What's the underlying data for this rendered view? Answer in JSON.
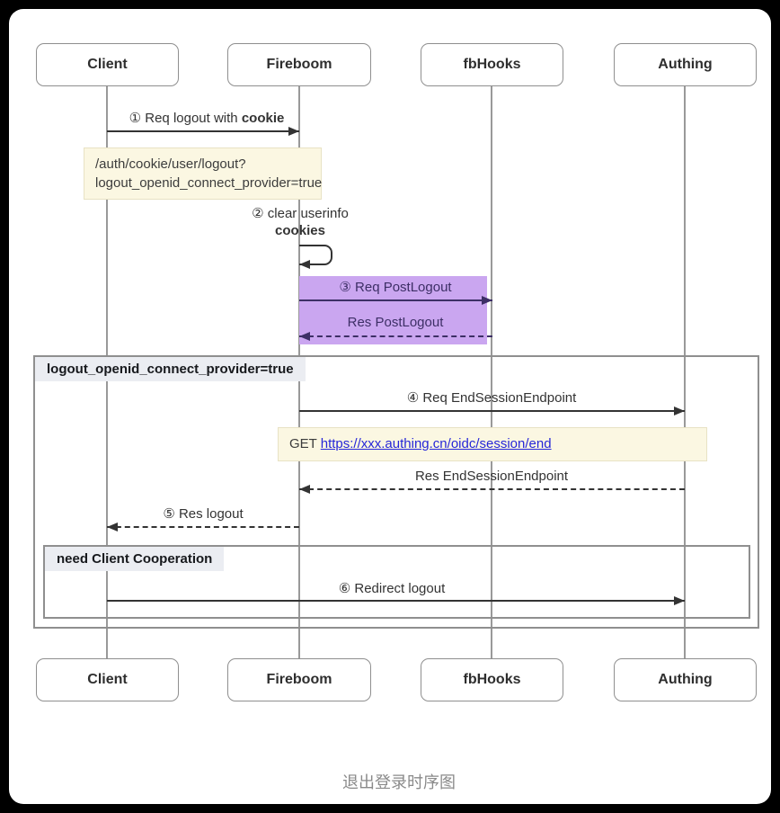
{
  "diagram": {
    "title": "退出登录时序图",
    "actors": [
      "Client",
      "Fireboom",
      "fbHooks",
      "Authing"
    ],
    "messages": {
      "m1": {
        "prefix": "① Req logout with ",
        "bold": "cookie"
      },
      "m2": {
        "line1": "② clear userinfo",
        "line2": "cookies"
      },
      "m3": {
        "label": "③ Req PostLogout"
      },
      "m4": {
        "label": "Res PostLogout"
      },
      "m5": {
        "label": "④ Req EndSessionEndpoint"
      },
      "m6": {
        "label": "Res EndSessionEndpoint"
      },
      "m7": {
        "label": "⑤ Res logout"
      },
      "m8": {
        "label": "⑥ Redirect logout"
      }
    },
    "notes": {
      "note1": {
        "line1": "/auth/cookie/user/logout?",
        "line2": "logout_openid_connect_provider=true"
      },
      "note2": {
        "prefix": "GET ",
        "link": "https://xxx.authing.cn/oidc/session/end"
      }
    },
    "frames": {
      "outer_label": "logout_openid_connect_provider=true",
      "inner_label": "need Client Cooperation"
    },
    "colors": {
      "highlight_bg": "#caa6f0",
      "highlight_fg": "#3d2f66",
      "note_bg": "#fbf7e2",
      "note_border": "#e8e2c4",
      "link": "#2626d8",
      "arrow": "#333333",
      "frame_border": "#8f8f8f",
      "frame_label_bg": "#ebedf2",
      "lifeline": "#999999",
      "title_color": "#8a8a8a"
    }
  }
}
